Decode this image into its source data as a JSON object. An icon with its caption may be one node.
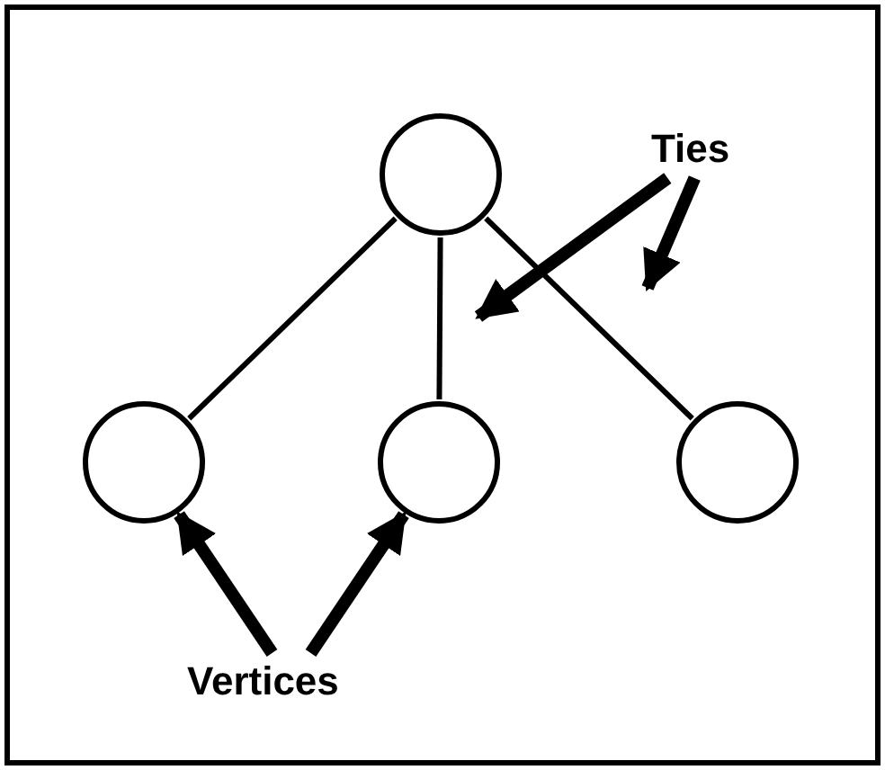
{
  "diagram": {
    "nodes": [
      {
        "text": [],
        "shape": "circle"
      },
      {
        "text": [],
        "shape": "circle"
      },
      {
        "text": [],
        "shape": "circle"
      },
      {
        "text": [],
        "shape": "circle"
      },
      {
        "text": [
          "Ties"
        ]
      },
      {
        "text": [
          "Vertices"
        ]
      }
    ],
    "edges": [
      {
        "from": 0,
        "to": 1,
        "arrow": "none"
      },
      {
        "from": 0,
        "to": 2,
        "arrow": "none"
      },
      {
        "from": 0,
        "to": 3,
        "arrow": "none"
      },
      {
        "from": 4,
        "to": null,
        "arrow": "to"
      },
      {
        "from": 4,
        "to": null,
        "arrow": "to"
      },
      {
        "from": 5,
        "to": 1,
        "arrow": "to"
      },
      {
        "from": 5,
        "to": 2,
        "arrow": "to"
      }
    ]
  }
}
